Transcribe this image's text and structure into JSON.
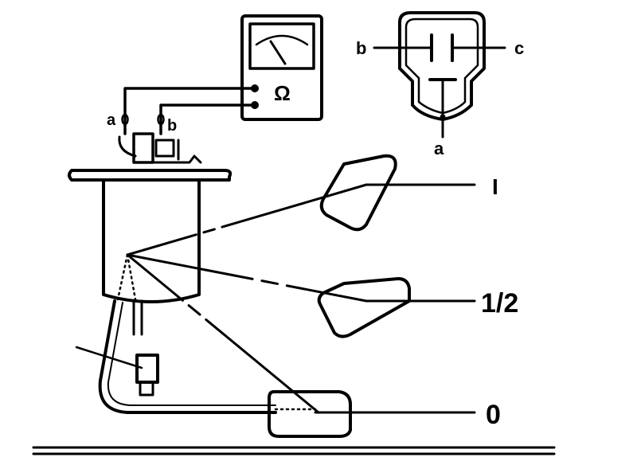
{
  "meter": {
    "unit_symbol": "Ω"
  },
  "sender_terminals": {
    "a": "a",
    "b": "b"
  },
  "connector": {
    "b": "b",
    "c": "c",
    "a": "a"
  },
  "float_levels": {
    "full": "I",
    "half": "1/2",
    "empty": "0"
  }
}
